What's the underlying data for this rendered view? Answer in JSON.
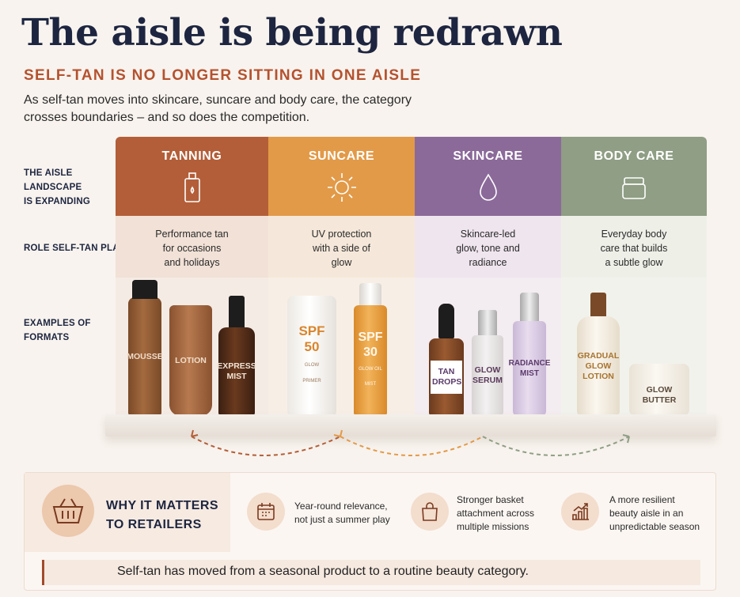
{
  "header": {
    "title": "The aisle is being redrawn",
    "subtitle": "SELF-TAN IS NO LONGER SITTING IN ONE AISLE",
    "intro": "As self-tan moves into skincare, suncare and body care, the category crosses boundaries – and so does the competition."
  },
  "row_labels": {
    "landscape": "THE AISLE\nLANDSCAPE\nIS EXPANDING",
    "role": "ROLE SELF-TAN PLAYS",
    "formats": "EXAMPLES OF\nFORMATS"
  },
  "columns": [
    {
      "name": "TANNING",
      "icon": "tan-bottle-icon",
      "color": "#b35e38",
      "role": "Performance tan\nfor occasions\nand holidays",
      "products": [
        {
          "label": "MOUSSE",
          "icon": "pump-bottle"
        },
        {
          "label": "LOTION",
          "icon": "tube"
        },
        {
          "label": "EXPRESS\nMIST",
          "icon": "spray-bottle"
        }
      ]
    },
    {
      "name": "SUNCARE",
      "icon": "sun-icon",
      "color": "#e29a48",
      "role": "UV protection\nwith a side of\nglow",
      "products": [
        {
          "label": "SPF\n50",
          "sub": "GLOW\nPRIMER",
          "icon": "tube"
        },
        {
          "label": "SPF\n30",
          "sub": "GLOW OIL\nMIST",
          "icon": "spray-bottle"
        }
      ]
    },
    {
      "name": "SKINCARE",
      "icon": "droplet-icon",
      "color": "#8b6a9a",
      "role": "Skincare-led\nglow, tone and\nradiance",
      "products": [
        {
          "label": "TAN\nDROPS",
          "icon": "dropper-bottle"
        },
        {
          "label": "GLOW\nSERUM",
          "icon": "serum-bottle"
        },
        {
          "label": "RADIANCE\nMIST",
          "icon": "spray-bottle"
        }
      ]
    },
    {
      "name": "BODY CARE",
      "icon": "jar-icon",
      "color": "#8f9e84",
      "role": "Everyday body\ncare that builds\na subtle glow",
      "products": [
        {
          "label": "GRADUAL\nGLOW\nLOTION",
          "icon": "pump-bottle"
        },
        {
          "label": "GLOW\nBUTTER",
          "icon": "jar"
        }
      ]
    }
  ],
  "retailers": {
    "heading": "WHY IT MATTERS\nTO RETAILERS",
    "icon": "basket-icon",
    "benefits": [
      {
        "icon": "calendar-icon",
        "text": "Year-round relevance,\nnot just a summer play"
      },
      {
        "icon": "shopping-bag-icon",
        "text": "Stronger basket\nattachment across\nmultiple missions"
      },
      {
        "icon": "growth-chart-icon",
        "text": "A more resilient\nbeauty aisle in an\nunpredictable season"
      }
    ],
    "summary": "Self-tan has moved from a seasonal product to a routine beauty category."
  }
}
